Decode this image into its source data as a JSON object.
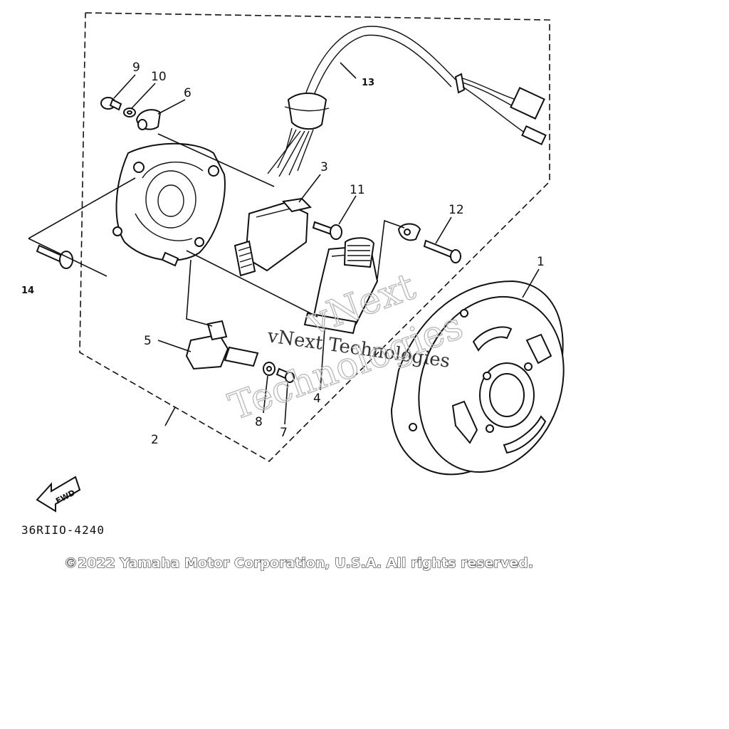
{
  "callouts": {
    "c1": "1",
    "c2": "2",
    "c3": "3",
    "c4": "4",
    "c5": "5",
    "c6": "6",
    "c7": "7",
    "c8": "8",
    "c9": "9",
    "c10": "10",
    "c11": "11",
    "c12": "12",
    "c13": "13",
    "c14": "14"
  },
  "fwd_label": "FWD",
  "diagram_code": "36RIIO-4240",
  "copyright": "©2022 Yamaha Motor Corporation, U.S.A. All rights reserved.",
  "watermark": {
    "line1": "vNext Technologies",
    "big1": "vNext",
    "big2": "Technologies"
  }
}
